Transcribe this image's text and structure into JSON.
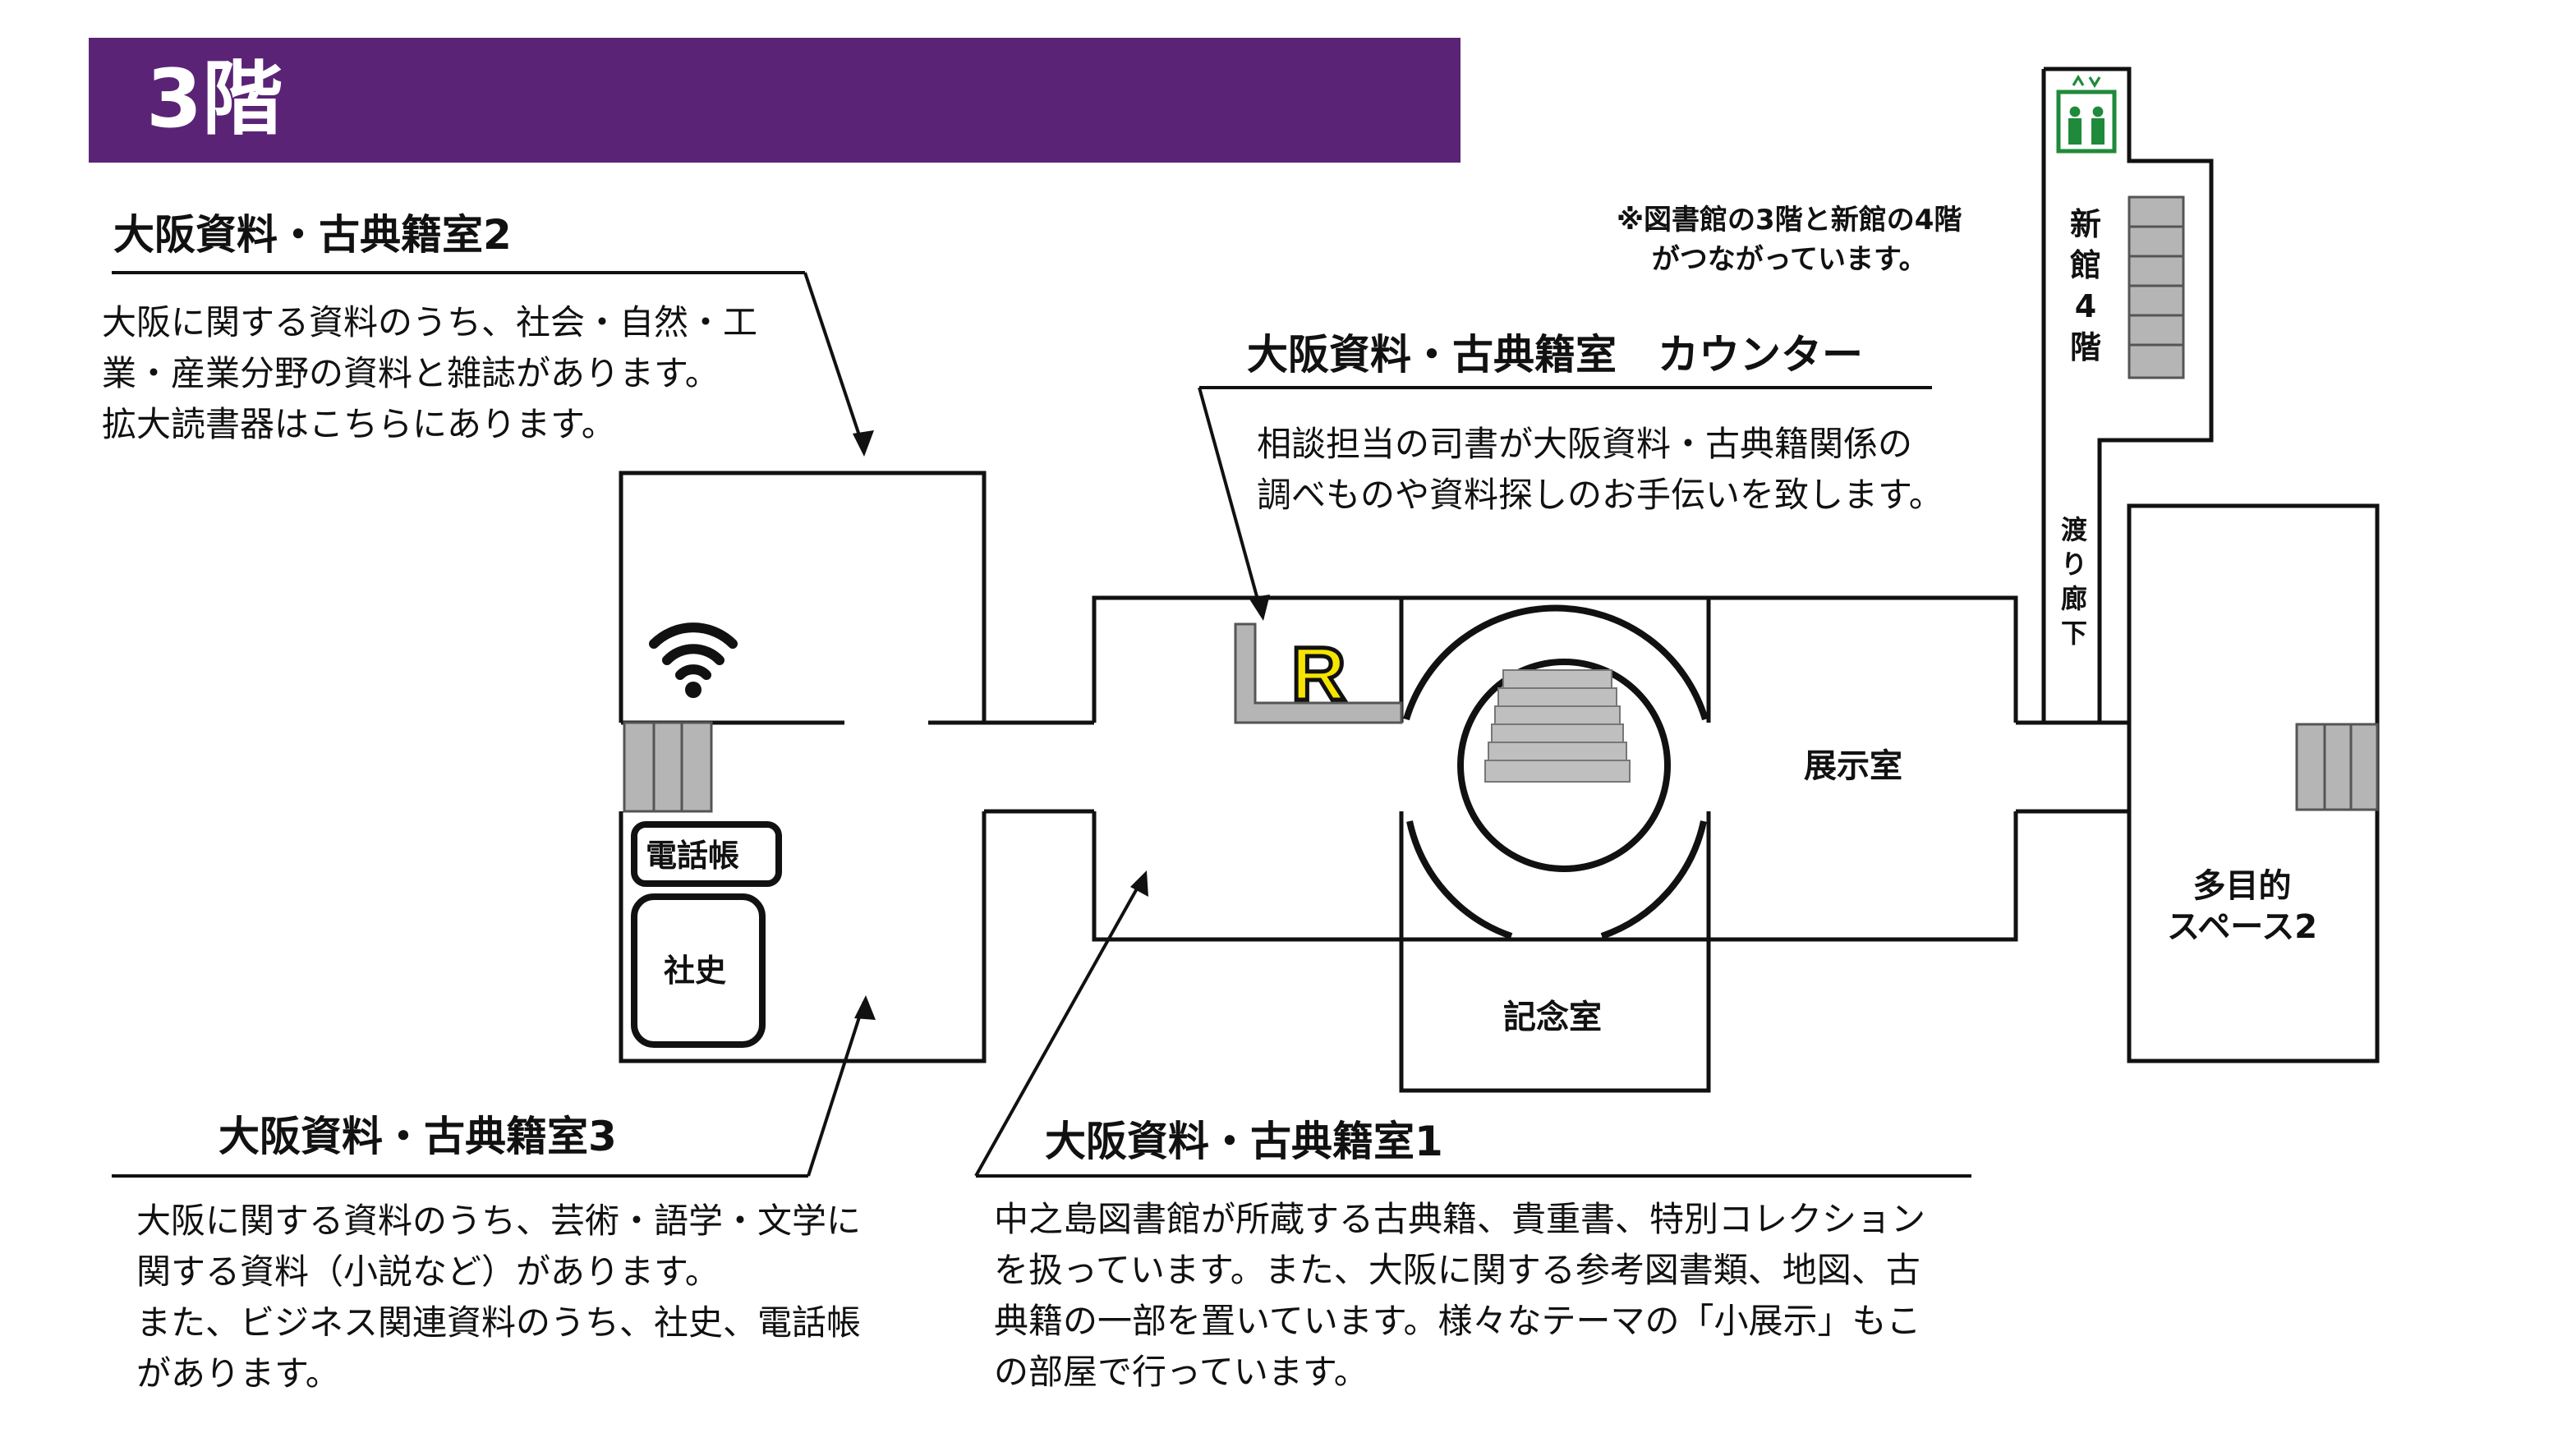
{
  "header": {
    "floor_title": "3階",
    "bar_color": "#5b2376"
  },
  "rooms": {
    "room2": {
      "heading": "大阪資料・古典籍室2",
      "desc": [
        "大阪に関する資料のうち、社会・自然・工",
        "業・産業分野の資料と雑誌があります。",
        "拡大読書器はこちらにあります。"
      ]
    },
    "counter": {
      "heading": "大阪資料・古典籍室　カウンター",
      "desc": [
        "相談担当の司書が大阪資料・古典籍関係の",
        "調べものや資料探しのお手伝いを致します。"
      ]
    },
    "room3": {
      "heading": "大阪資料・古典籍室3",
      "desc": [
        "大阪に関する資料のうち、芸術・語学・文学に",
        "関する資料（小説など）があります。",
        "また、ビジネス関連資料のうち、社史、電話帳",
        "があります。"
      ]
    },
    "room1": {
      "heading": "大阪資料・古典籍室1",
      "desc": [
        "中之島図書館が所蔵する古典籍、貴重書、特別コレクション",
        "を扱っています。また、大阪に関する参考図書類、地図、古",
        "典籍の一部を置いています。様々なテーマの「小展示」もこ",
        "の部屋で行っています。"
      ]
    }
  },
  "map_labels": {
    "exhibition": "展示室",
    "memorial": "記念室",
    "multipurpose": [
      "多目的",
      "スペース2"
    ],
    "new_building": [
      "新",
      "館",
      "4",
      "階"
    ],
    "corridor": [
      "渡",
      "り",
      "廊",
      "下"
    ],
    "phonebook": "電話帳",
    "company_history": "社史",
    "counter_mark": "R",
    "note": [
      "※図書館の3階と新館の4階",
      "がつながっています。"
    ]
  },
  "icons": {
    "wifi": "wifi-icon",
    "elevator": "elevator-icon",
    "stairs": "stairs-icon",
    "reference_mark": "reference-r-icon"
  },
  "colors": {
    "wall": "#111111",
    "shelf": "#b5b5b5",
    "elevator": "#1f8a3a",
    "r_mark": "#f5e400"
  }
}
